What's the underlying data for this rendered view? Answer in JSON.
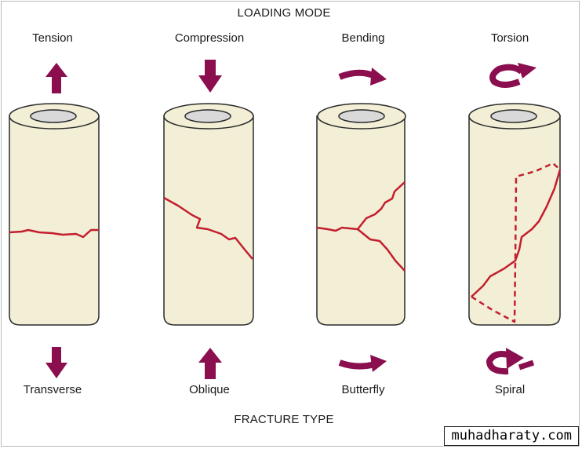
{
  "header": {
    "title": "LOADING MODE"
  },
  "footer": {
    "title": "FRACTURE TYPE"
  },
  "columns": [
    {
      "loading_mode": "Tension",
      "fracture_type": "Transverse"
    },
    {
      "loading_mode": "Compression",
      "fracture_type": "Oblique"
    },
    {
      "loading_mode": "Bending",
      "fracture_type": "Butterfly"
    },
    {
      "loading_mode": "Torsion",
      "fracture_type": "Spiral"
    }
  ],
  "watermark": {
    "text": "muhadharaty.com"
  },
  "colors": {
    "arrow": "#8b0e4f",
    "fracture": "#c41e2e",
    "bone_fill": "#f2efd6",
    "outline": "#2a2a2a"
  },
  "icons": {
    "tension": "arrow-up-icon",
    "compression": "arrow-down-icon",
    "bending": "curved-arrow-right-icon",
    "torsion": "rotation-arrow-icon"
  }
}
